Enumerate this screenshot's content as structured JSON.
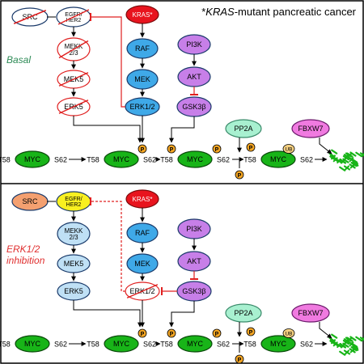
{
  "title": "*KRAS-mutant pancreatic cancer",
  "panels": [
    {
      "label": "Basal",
      "label_color": "#2e8b57",
      "nodes": {
        "src": "SRC",
        "egfr": "EGFR/\nHER2",
        "kras": "KRAS*",
        "mekk": "MEKK\n2/3",
        "raf": "RAF",
        "pi3k": "PI3K",
        "mek5": "MEK5",
        "mek": "MEK",
        "akt": "AKT",
        "erk5": "ERK5",
        "erk12": "ERK1/2",
        "gsk3b": "GSK3β",
        "pp2a": "PP2A",
        "fbxw7": "FBXW7"
      },
      "myc_row": {
        "t58": "T58",
        "myc": "MYC",
        "s62": "S62",
        "phospho": "P",
        "ub": "UB"
      }
    },
    {
      "label": "ERK1/2\ninhibition",
      "label_color": "#e03030",
      "nodes": {
        "src": "SRC",
        "egfr": "EGFR/\nHER2",
        "kras": "KRAS*",
        "mekk": "MEKK\n2/3",
        "raf": "RAF",
        "pi3k": "PI3K",
        "mek5": "MEK5",
        "mek": "MEK",
        "akt": "AKT",
        "erk5": "ERK5",
        "erk12": "ERK1/2",
        "gsk3b": "GSK3β",
        "pp2a": "PP2A",
        "fbxw7": "FBXW7"
      },
      "myc_row": {
        "t58": "T58",
        "myc": "MYC",
        "s62": "S62",
        "phospho": "P",
        "ub": "UB"
      }
    }
  ],
  "colors": {
    "kras": "#e8141e",
    "raf_mek_erk": "#3fa9e8",
    "pi3k_akt_gsk": "#c77fe8",
    "myc": "#18b418",
    "pp2a": "#a8f0d0",
    "fbxw7": "#f07ae0",
    "phospho": "#f5a623",
    "src_active": "#f4a070",
    "egfr_active": "#f8f020",
    "inactive_node": "#ffffff",
    "inhibit_red": "#e02020",
    "erk5_inactive_border": "#e02020",
    "erk5_active": "#bfe0f5",
    "degraded": "#18b418"
  }
}
